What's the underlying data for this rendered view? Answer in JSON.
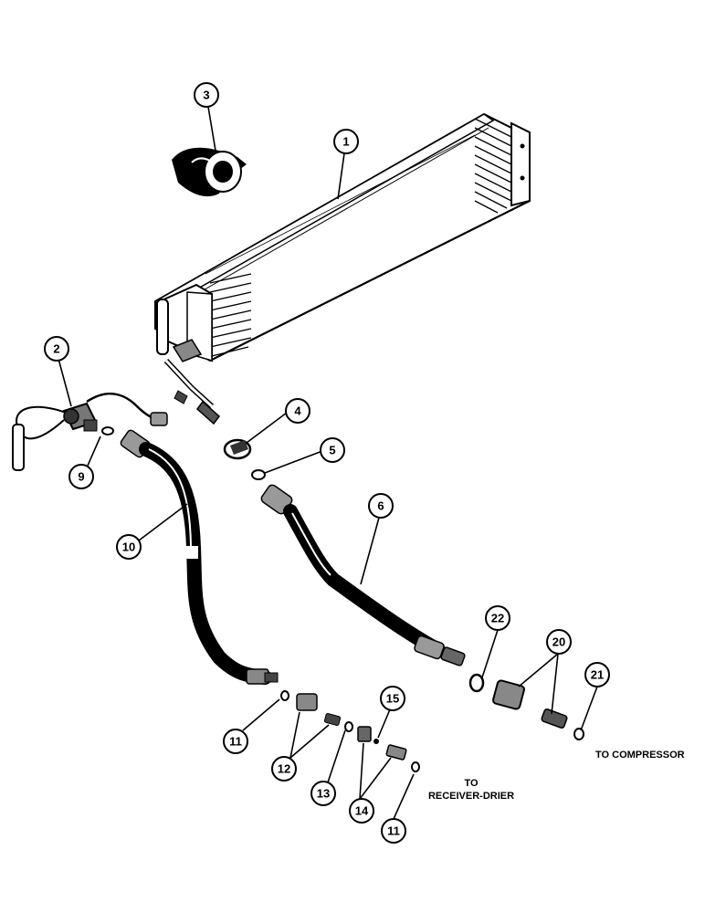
{
  "callouts": [
    "1",
    "2",
    "3",
    "4",
    "5",
    "6",
    "9",
    "10",
    "11",
    "12",
    "13",
    "14",
    "15",
    "20",
    "21",
    "22",
    "11"
  ],
  "notes": {
    "compressor": "TO COMPRESSOR",
    "drier_line1": "TO",
    "drier_line2": "RECEIVER-DRIER"
  }
}
